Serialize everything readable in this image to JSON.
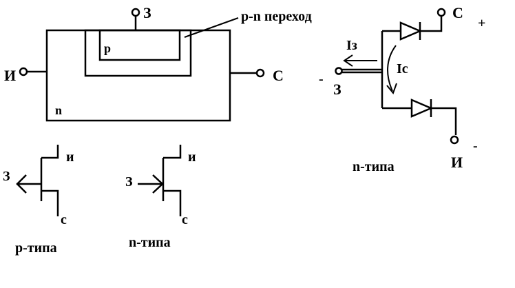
{
  "structure": {
    "gate_label": "З",
    "source_label": "И",
    "drain_label": "С",
    "p_region_label": "p",
    "n_region_label": "n",
    "junction_label": "p-n переход"
  },
  "equivalent": {
    "drain_label": "С",
    "plus_sign": "+",
    "gate_current_label": "Iз",
    "drain_current_label": "Ic",
    "minus_sign_gate": "-",
    "gate_label": "З",
    "source_label": "И",
    "minus_sign_source": "-",
    "caption": "n-типа"
  },
  "symbol_p": {
    "gate_label": "З",
    "source_label": "и",
    "drain_label": "c",
    "caption": "p-типа"
  },
  "symbol_n": {
    "gate_label": "З",
    "source_label": "и",
    "drain_label": "c",
    "caption": "n-типа"
  }
}
